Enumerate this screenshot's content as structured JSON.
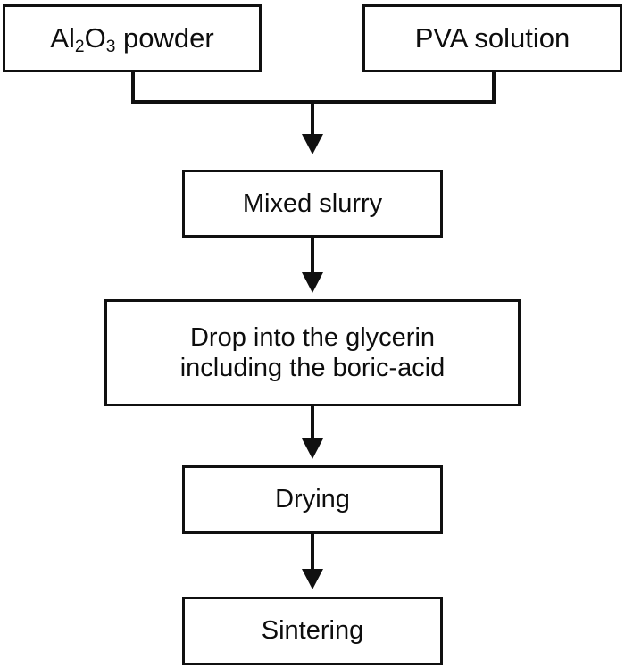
{
  "diagram": {
    "title": "Alumina ceramic bead fabrication process flowchart",
    "orientation": "top-to-bottom",
    "background_color": "#ffffff",
    "line_color": "#101010",
    "text_color": "#0d0d0d",
    "nodes": [
      {
        "id": "powder",
        "label": "Al2O3 powder",
        "label_parts": {
          "pre": "Al",
          "sub1": "2",
          "mid": "O",
          "sub2": "3",
          "post": " powder"
        },
        "shape": "rectangle"
      },
      {
        "id": "pva",
        "label": "PVA solution",
        "shape": "rectangle"
      },
      {
        "id": "slurry",
        "label": "Mixed slurry",
        "shape": "rectangle"
      },
      {
        "id": "glycerin",
        "label": "Drop into the glycerin\nincluding the boric-acid",
        "shape": "rectangle"
      },
      {
        "id": "drying",
        "label": "Drying",
        "shape": "rectangle"
      },
      {
        "id": "sintering",
        "label": "Sintering",
        "shape": "rectangle"
      }
    ],
    "edges": [
      {
        "from": "powder",
        "to": "slurry",
        "style": "merge-arrow"
      },
      {
        "from": "pva",
        "to": "slurry",
        "style": "merge-arrow"
      },
      {
        "from": "slurry",
        "to": "glycerin",
        "style": "arrow"
      },
      {
        "from": "glycerin",
        "to": "drying",
        "style": "arrow"
      },
      {
        "from": "drying",
        "to": "sintering",
        "style": "arrow"
      }
    ]
  }
}
